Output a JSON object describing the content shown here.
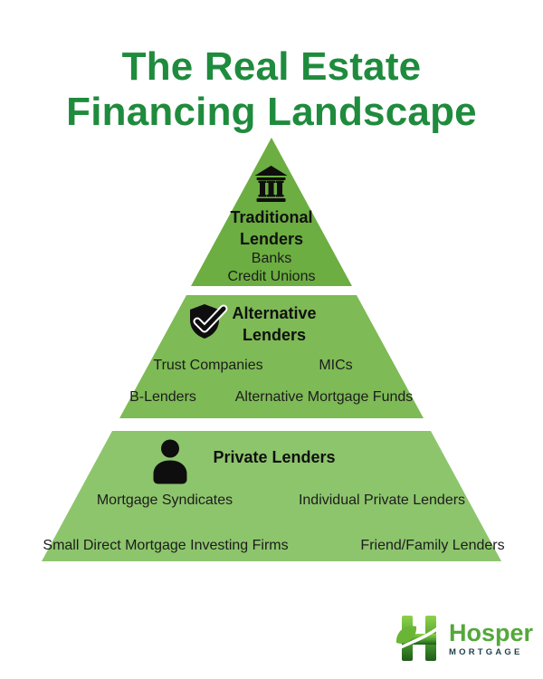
{
  "title": {
    "line1": "The Real Estate",
    "line2": "Financing Landscape"
  },
  "colors": {
    "title_green": "#1f8b3d",
    "tier_traditional": "#6cae41",
    "tier_alternative": "#7eba55",
    "tier_private": "#8dc56c",
    "logo_green": "#54a83b",
    "logo_dark": "#22404d"
  },
  "pyramid": {
    "tiers": [
      {
        "name": "Traditional Lenders",
        "icon": "bank-icon",
        "heading_line1": "Traditional",
        "heading_line2": "Lenders",
        "item1": "Banks",
        "item2": "Credit Unions"
      },
      {
        "name": "Alternative Lenders",
        "icon": "shield-check-icon",
        "heading_line1": "Alternative",
        "heading_line2": "Lenders",
        "row1_left": "Trust Companies",
        "row1_right": "MICs",
        "row2_left": "B-Lenders",
        "row2_right": "Alternative Mortgage Funds"
      },
      {
        "name": "Private Lenders",
        "icon": "person-icon",
        "heading": "Private Lenders",
        "row1_left": "Mortgage Syndicates",
        "row1_right": "Individual Private Lenders",
        "row2_left": "Small Direct Mortgage Investing Firms",
        "row2_right": "Friend/Family Lenders"
      }
    ]
  },
  "logo": {
    "name": "Hosper",
    "subtitle": "MORTGAGE"
  }
}
